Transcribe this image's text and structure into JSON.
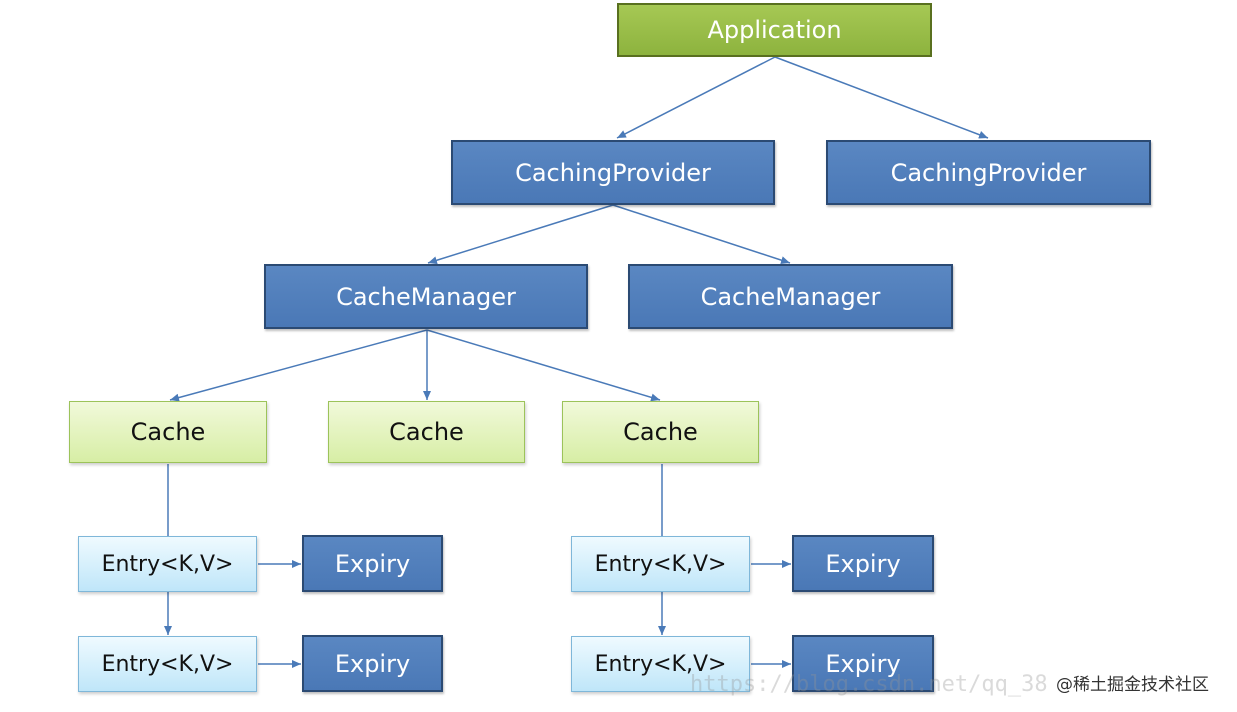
{
  "diagram": {
    "application": "Application",
    "caching_providers": [
      "CachingProvider",
      "CachingProvider"
    ],
    "cache_managers": [
      "CacheManager",
      "CacheManager"
    ],
    "caches": [
      "Cache",
      "Cache",
      "Cache"
    ],
    "entries": [
      "Entry<K,V>",
      "Entry<K,V>",
      "Entry<K,V>",
      "Entry<K,V>"
    ],
    "expiries": [
      "Expiry",
      "Expiry",
      "Expiry",
      "Expiry"
    ]
  },
  "colors": {
    "application_fill": "#9bbd4a",
    "dark_node_fill": "#4f7fbf",
    "cache_fill": "#e3f4b8",
    "entry_fill": "#d3effc",
    "connector": "#4a7ab8"
  },
  "watermark": {
    "url": "https://blog.csdn.net/qq_38",
    "brand": "@稀土掘金技术社区"
  }
}
